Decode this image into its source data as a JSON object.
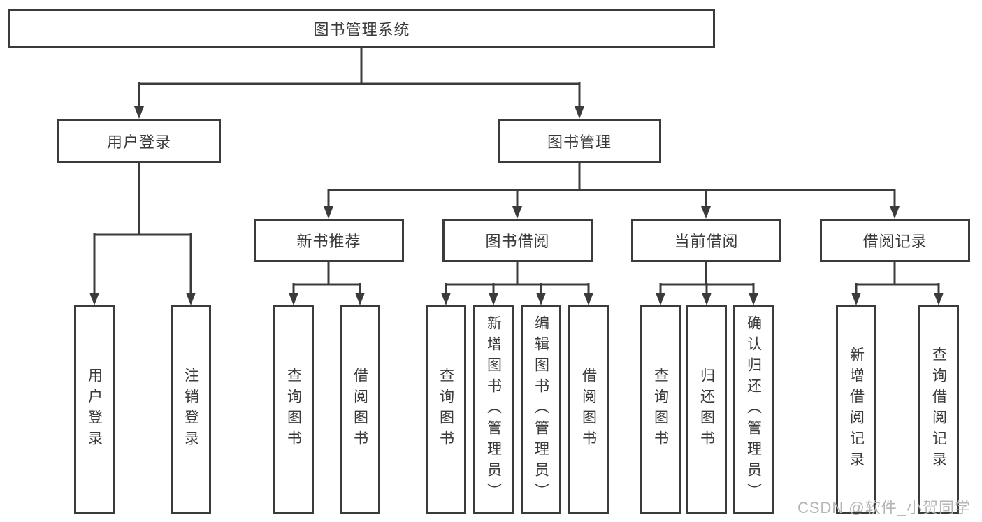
{
  "diagram_title": "图书管理系统",
  "level2": [
    {
      "label": "用户登录"
    },
    {
      "label": "图书管理"
    }
  ],
  "level3": [
    {
      "label": "新书推荐"
    },
    {
      "label": "图书借阅"
    },
    {
      "label": "当前借阅"
    },
    {
      "label": "借阅记录"
    }
  ],
  "leaves": [
    {
      "label": "用户登录"
    },
    {
      "label": "注销登录"
    },
    {
      "label": "查询图书"
    },
    {
      "label": "借阅图书"
    },
    {
      "label": "查询图书"
    },
    {
      "label": "新增图书（管理员）"
    },
    {
      "label": "编辑图书（管理员）"
    },
    {
      "label": "借阅图书"
    },
    {
      "label": "查询图书"
    },
    {
      "label": "归还图书"
    },
    {
      "label": "确认归还（管理员）"
    },
    {
      "label": "新增借阅记录"
    },
    {
      "label": "查询借阅记录"
    }
  ],
  "watermark": "CSDN @软件_小贺同学",
  "colors": {
    "line": "#3b3b3b",
    "text": "#3a3a3a",
    "box_fill": "#ffffff",
    "watermark_text": "#b5b5b5"
  }
}
